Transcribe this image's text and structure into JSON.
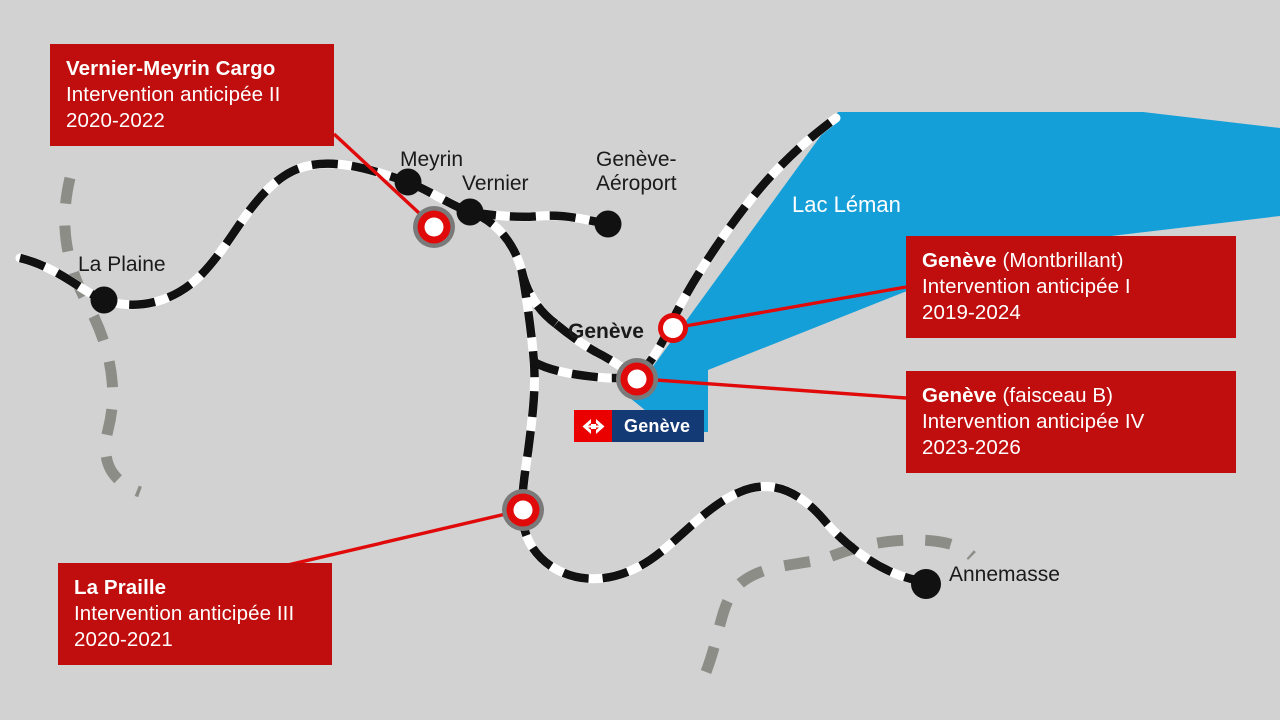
{
  "map": {
    "background_color": "#d2d2d2",
    "lake_color": "#159fd9",
    "callout_color": "#c00d0d",
    "rail_color": "#111111",
    "border_color": "#8c8c88",
    "marker_ring_color": "#e10a0a",
    "marker_halo_color": "#7a7a7a"
  },
  "lake": {
    "name": "Lac Léman"
  },
  "places": [
    {
      "id": "meyrin",
      "label": "Meyrin"
    },
    {
      "id": "vernier",
      "label": "Vernier"
    },
    {
      "id": "geneve-aero-1",
      "label": "Genève-"
    },
    {
      "id": "geneve-aero-2",
      "label": "Aéroport"
    },
    {
      "id": "la-plaine",
      "label": "La Plaine"
    },
    {
      "id": "geneve",
      "label": "Genève"
    },
    {
      "id": "annemasse",
      "label": "Annemasse"
    }
  ],
  "station_badge": {
    "logo": "sbb-double-arrow-logo",
    "name": "Genève"
  },
  "callouts": [
    {
      "id": "vernier-meyrin-cargo",
      "title": "Vernier-Meyrin Cargo",
      "title_suffix": "",
      "intervention": "Intervention anticipée II",
      "years": "2020-2022"
    },
    {
      "id": "geneve-montbrillant",
      "title": "Genève",
      "title_suffix": " (Montbrillant)",
      "intervention": "Intervention anticipée I",
      "years": "2019-2024"
    },
    {
      "id": "geneve-faisceau-b",
      "title": "Genève",
      "title_suffix": " (faisceau B)",
      "intervention": "Intervention anticipée IV",
      "years": "2023-2026"
    },
    {
      "id": "la-praille",
      "title": "La Praille",
      "title_suffix": "",
      "intervention": "Intervention anticipée III",
      "years": "2020-2021"
    }
  ]
}
